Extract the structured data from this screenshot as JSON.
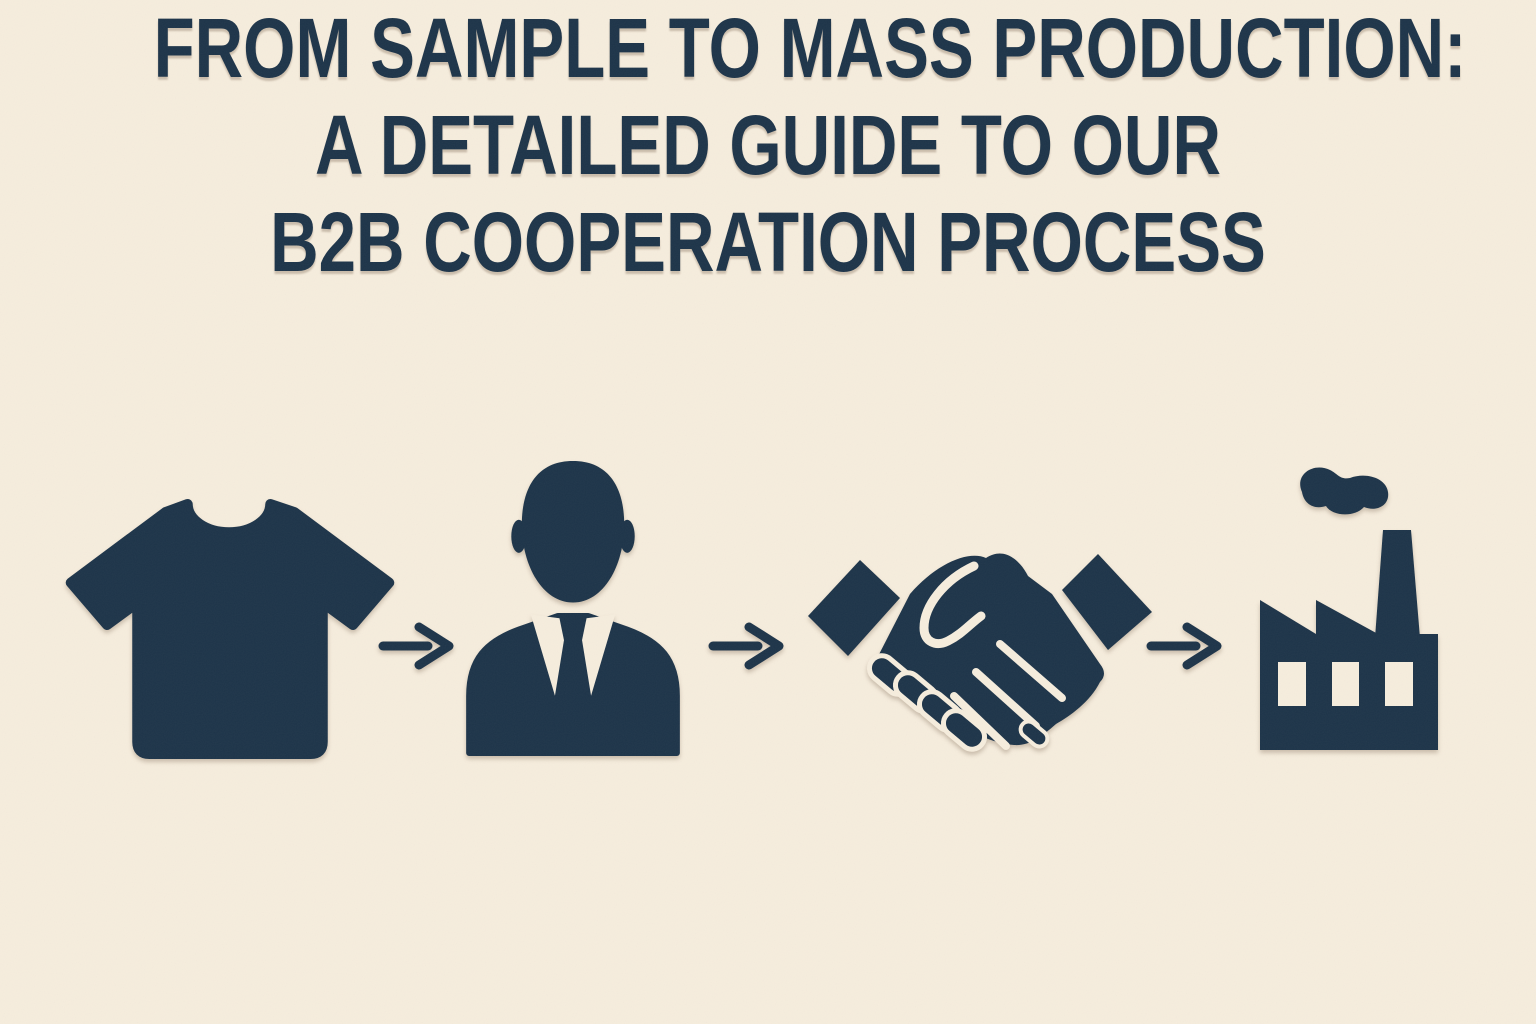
{
  "colors": {
    "background": "#f6eddd",
    "ink": "#1d3449"
  },
  "title": {
    "lines": [
      "FROM SAMPLE TO MASS PRODUCTION:",
      "A DETAILED GUIDE TO OUR",
      "B2B COOPERATION PROCESS"
    ]
  },
  "process_flow": {
    "steps": [
      {
        "icon": "t-shirt-icon"
      },
      {
        "icon": "businessman-icon"
      },
      {
        "icon": "handshake-icon"
      },
      {
        "icon": "factory-icon"
      }
    ],
    "connector_icon": "arrow-right-icon"
  }
}
